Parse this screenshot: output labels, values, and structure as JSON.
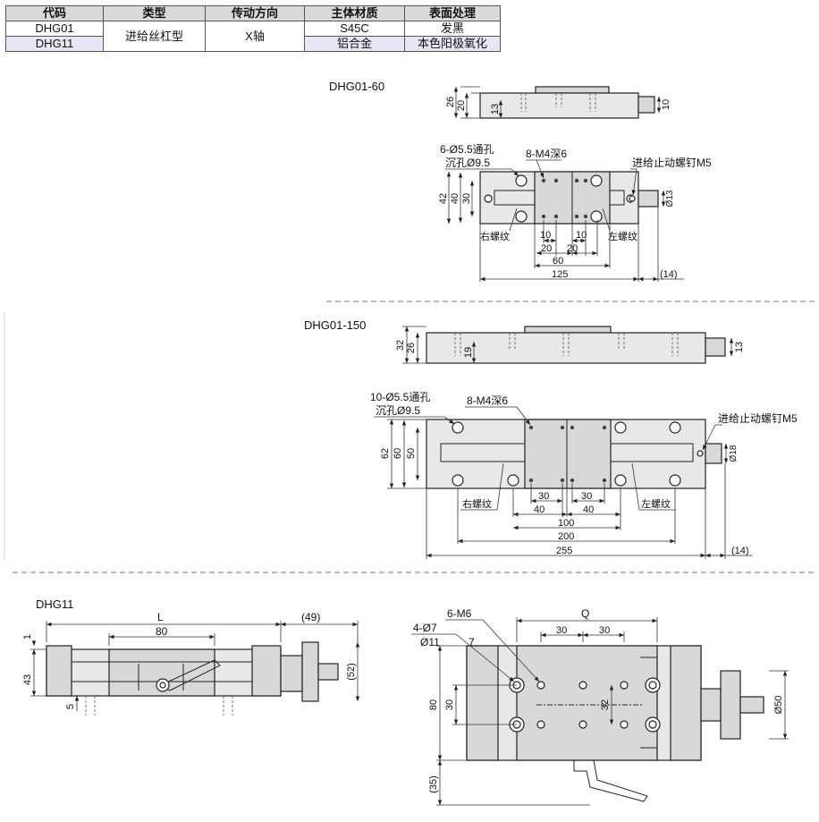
{
  "table": {
    "headers": [
      "代码",
      "类型",
      "传动方向",
      "主体材质",
      "表面处理"
    ],
    "rows": [
      {
        "code": "DHG01",
        "type": "进给丝杠型",
        "direction": "X轴",
        "material": "S45C",
        "finish": "发黑"
      },
      {
        "code": "DHG11",
        "material": "铝合金",
        "finish": "本色阳极氧化"
      }
    ]
  },
  "sections": {
    "s60": {
      "title": "DHG01-60",
      "side_dims": [
        "26",
        "20",
        "13",
        "10"
      ],
      "top_callouts": {
        "holes": "6-Ø5.5通孔",
        "counterbore": "沉孔Ø9.5",
        "tapped": "8-M4深6",
        "screw": "进给止动螺钉M5"
      },
      "top_dims": [
        "42",
        "40",
        "30",
        "Ø13",
        "10",
        "10",
        "20",
        "20",
        "60",
        "125",
        "(14)"
      ],
      "thread_labels": [
        "右螺纹",
        "左螺纹"
      ]
    },
    "s150": {
      "title": "DHG01-150",
      "side_dims": [
        "32",
        "26",
        "19",
        "13"
      ],
      "top_callouts": {
        "holes": "10-Ø5.5通孔",
        "counterbore": "沉孔Ø9.5",
        "tapped": "8-M4深6",
        "screw": "进给止动螺钉M5"
      },
      "top_dims": [
        "62",
        "60",
        "50",
        "Ø18",
        "30",
        "30",
        "40",
        "40",
        "100",
        "200",
        "255",
        "(14)"
      ],
      "thread_labels": [
        "右螺纹",
        "左螺纹"
      ]
    },
    "dhg11": {
      "title": "DHG11",
      "side_dims": [
        "L",
        "80",
        "(49)",
        "1",
        "43",
        "5",
        "(52)"
      ],
      "top_callouts": {
        "tapped": "6-M6",
        "holes": "4-Ø7",
        "counterbore": "Ø11",
        "depth": "7"
      },
      "top_dims": [
        "Q",
        "30",
        "30",
        "80",
        "30",
        "32",
        "Ø50",
        "(35)"
      ]
    }
  }
}
